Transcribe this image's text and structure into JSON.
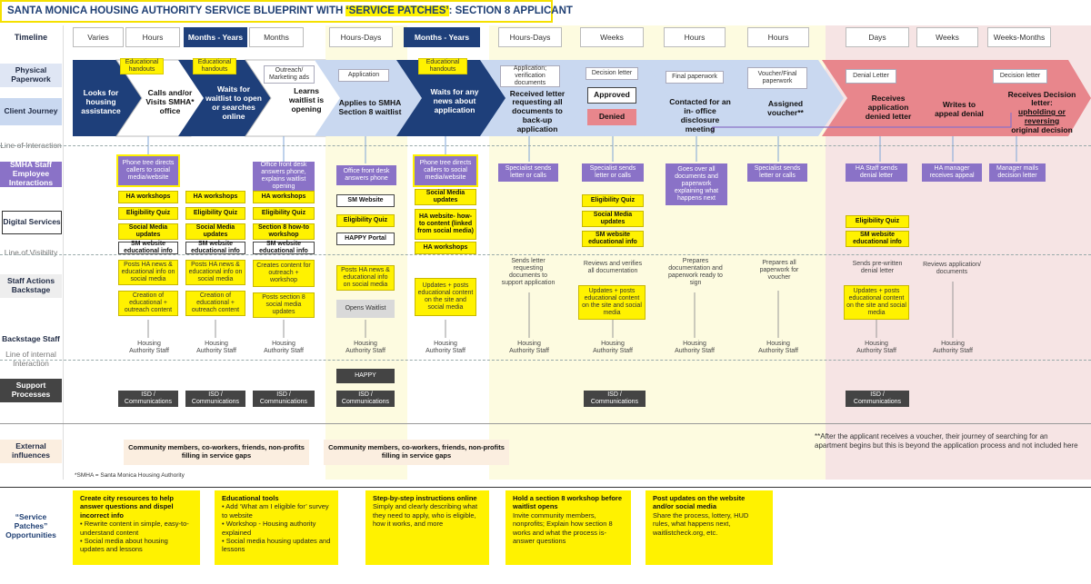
{
  "title_pre": "SANTA MONICA HOUSING AUTHORITY SERVICE BLUEPRINT WITH ",
  "title_hl": "‘SERVICE PATCHES’",
  "title_post": ": SECTION 8 APPLICANT",
  "rows": {
    "timeline": "Timeline",
    "physical": "Physical Paperwork",
    "journey": "Client Journey",
    "line_interaction": "Line of Interaction",
    "smha": "SMHA Staff Employee Interactions",
    "digital": "Digital Services",
    "line_visibility": "Line of Visibility",
    "staff_backstage": "Staff Actions Backstage",
    "backstage_staff": "Backstage Staff",
    "line_internal": "Line of internal Interaction",
    "support": "Support Processes",
    "external": "External influences",
    "patches": "“Service Patches” Opportunities"
  },
  "timeline": [
    "Varies",
    "Hours",
    "Months - Years",
    "Months",
    "Hours-Days",
    "Months - Years",
    "Hours-Days",
    "Weeks",
    "Hours",
    "Hours",
    "Days",
    "Weeks",
    "Weeks-Months"
  ],
  "paperwork": [
    "Educational handouts",
    "Educational handouts",
    "Outreach/ Marketing ads",
    "Application",
    "Educational handouts",
    "Application; verification documents",
    "Decision letter",
    "Final paperwork",
    "Voucher/Final paperwork",
    "Denial Letter",
    "Decision letter"
  ],
  "journey": [
    "Looks for housing assistance",
    "Calls and/or Visits SMHA* office",
    "Waits for waitlist to open or searches online",
    "Learns waitlist is opening",
    "Applies to SMHA Section 8 waitlist",
    "Waits for any news about application",
    "Received letter requesting all documents to back-up application",
    "Approved",
    "Denied",
    "Contacted for an in- office disclosure meeting",
    "Assigned voucher**",
    "Receives application denied letter",
    "Writes to appeal denial",
    "Receives Decision letter:",
    "upholding or reversing",
    "original decision"
  ],
  "smha": [
    "Phone tree directs callers to social media/website",
    "Office front desk answers phone, explains waitlist opening",
    "Office front desk answers phone",
    "Phone tree directs callers to social media/website",
    "Specialist sends letter or calls",
    "Specialist sends letter or calls",
    "Goes over all documents and paperwork explaining what happens next",
    "Specialist sends letter or calls",
    "HA Staff sends denial letter",
    "HA manager receives appeal",
    "Manager mails decision letter"
  ],
  "digital": {
    "c1": [
      "HA workshops",
      "Eligibility Quiz",
      "Social Media updates",
      "SM website educational info"
    ],
    "c2": [
      "HA workshops",
      "Eligibility Quiz",
      "Social Media updates",
      "SM website educational info"
    ],
    "c3": [
      "HA workshops",
      "Eligibility Quiz",
      "Section 8 how-to workshop",
      "SM website educational info"
    ],
    "c4": [
      "SM Website",
      "Eligibility Quiz",
      "HAPPY Portal"
    ],
    "c5": [
      "Social Media updates",
      "HA website- how-to content (linked from social media)",
      "HA workshops"
    ],
    "c8": [
      "Eligibility Quiz",
      "Social Media updates",
      "SM website educational info"
    ],
    "c11": [
      "Eligibility Quiz",
      "SM website educational info"
    ]
  },
  "backstage": [
    "Posts HA news & educational info on social media",
    "Creation of educational + outreach content",
    "Posts HA news & educational info on social media",
    "Creation of educational + outreach content",
    "Creates content for outreach + workshop",
    "Posts section 8 social media updates",
    "Posts HA news & educational info on social media",
    "Opens Waitlist",
    "Updates + posts educational content on the site and social media",
    "Sends letter requesting documents to support application",
    "Reviews and verifies all documentation",
    "Updates + posts educational content on the site and social media",
    "Prepares documentation and paperwork ready to sign",
    "Prepares all paperwork for voucher",
    "Sends pre-written denial letter",
    "Updates + posts educational content on the site and social media",
    "Reviews application/ documents"
  ],
  "housing_staff": "Housing Authority Staff",
  "happy": "HAPPY",
  "isd": "ISD / Communications",
  "external": [
    "Community members, co-workers, friends, non-profits filling in service gaps",
    "Community members, co-workers, friends, non-profits filling in service gaps"
  ],
  "footnote_voucher": "**After the applicant receives a voucher, their journey of searching for an apartment begins but this is beyond the application process and not included here",
  "footnote_smha": "*SMHA = Santa Monica Housing Authority",
  "patches": [
    {
      "title": "Create city resources to help answer questions and dispel incorrect info",
      "body": "• Rewrite content in simple, easy-to-understand content\n• Social media about housing updates and lessons"
    },
    {
      "title": "Educational tools",
      "body": "• Add ‘What am I eligible for’ survey to website\n• Workshop - Housing authority explained\n• Social media housing updates and lessons"
    },
    {
      "title": "Step-by-step instructions online",
      "body": "Simply and clearly describing what they need to apply, who is eligible, how it works, and more"
    },
    {
      "title": "Hold a section 8 workshop before waitlist opens",
      "body": "Invite community members, nonprofits; Explain how section 8 works and what the process is- answer questions"
    },
    {
      "title": "Post updates on the website and/or social media",
      "body": "Share the process, lottery, HUD rules, what happens next, waitlistcheck.org, etc."
    }
  ],
  "colors": {
    "navy": "#1e3f7a",
    "purple": "#8a72c7",
    "yellow": "#fff200",
    "pinkband": "#f6e4e4",
    "yellowband": "#fdfbe0",
    "red": "#e8868c"
  }
}
